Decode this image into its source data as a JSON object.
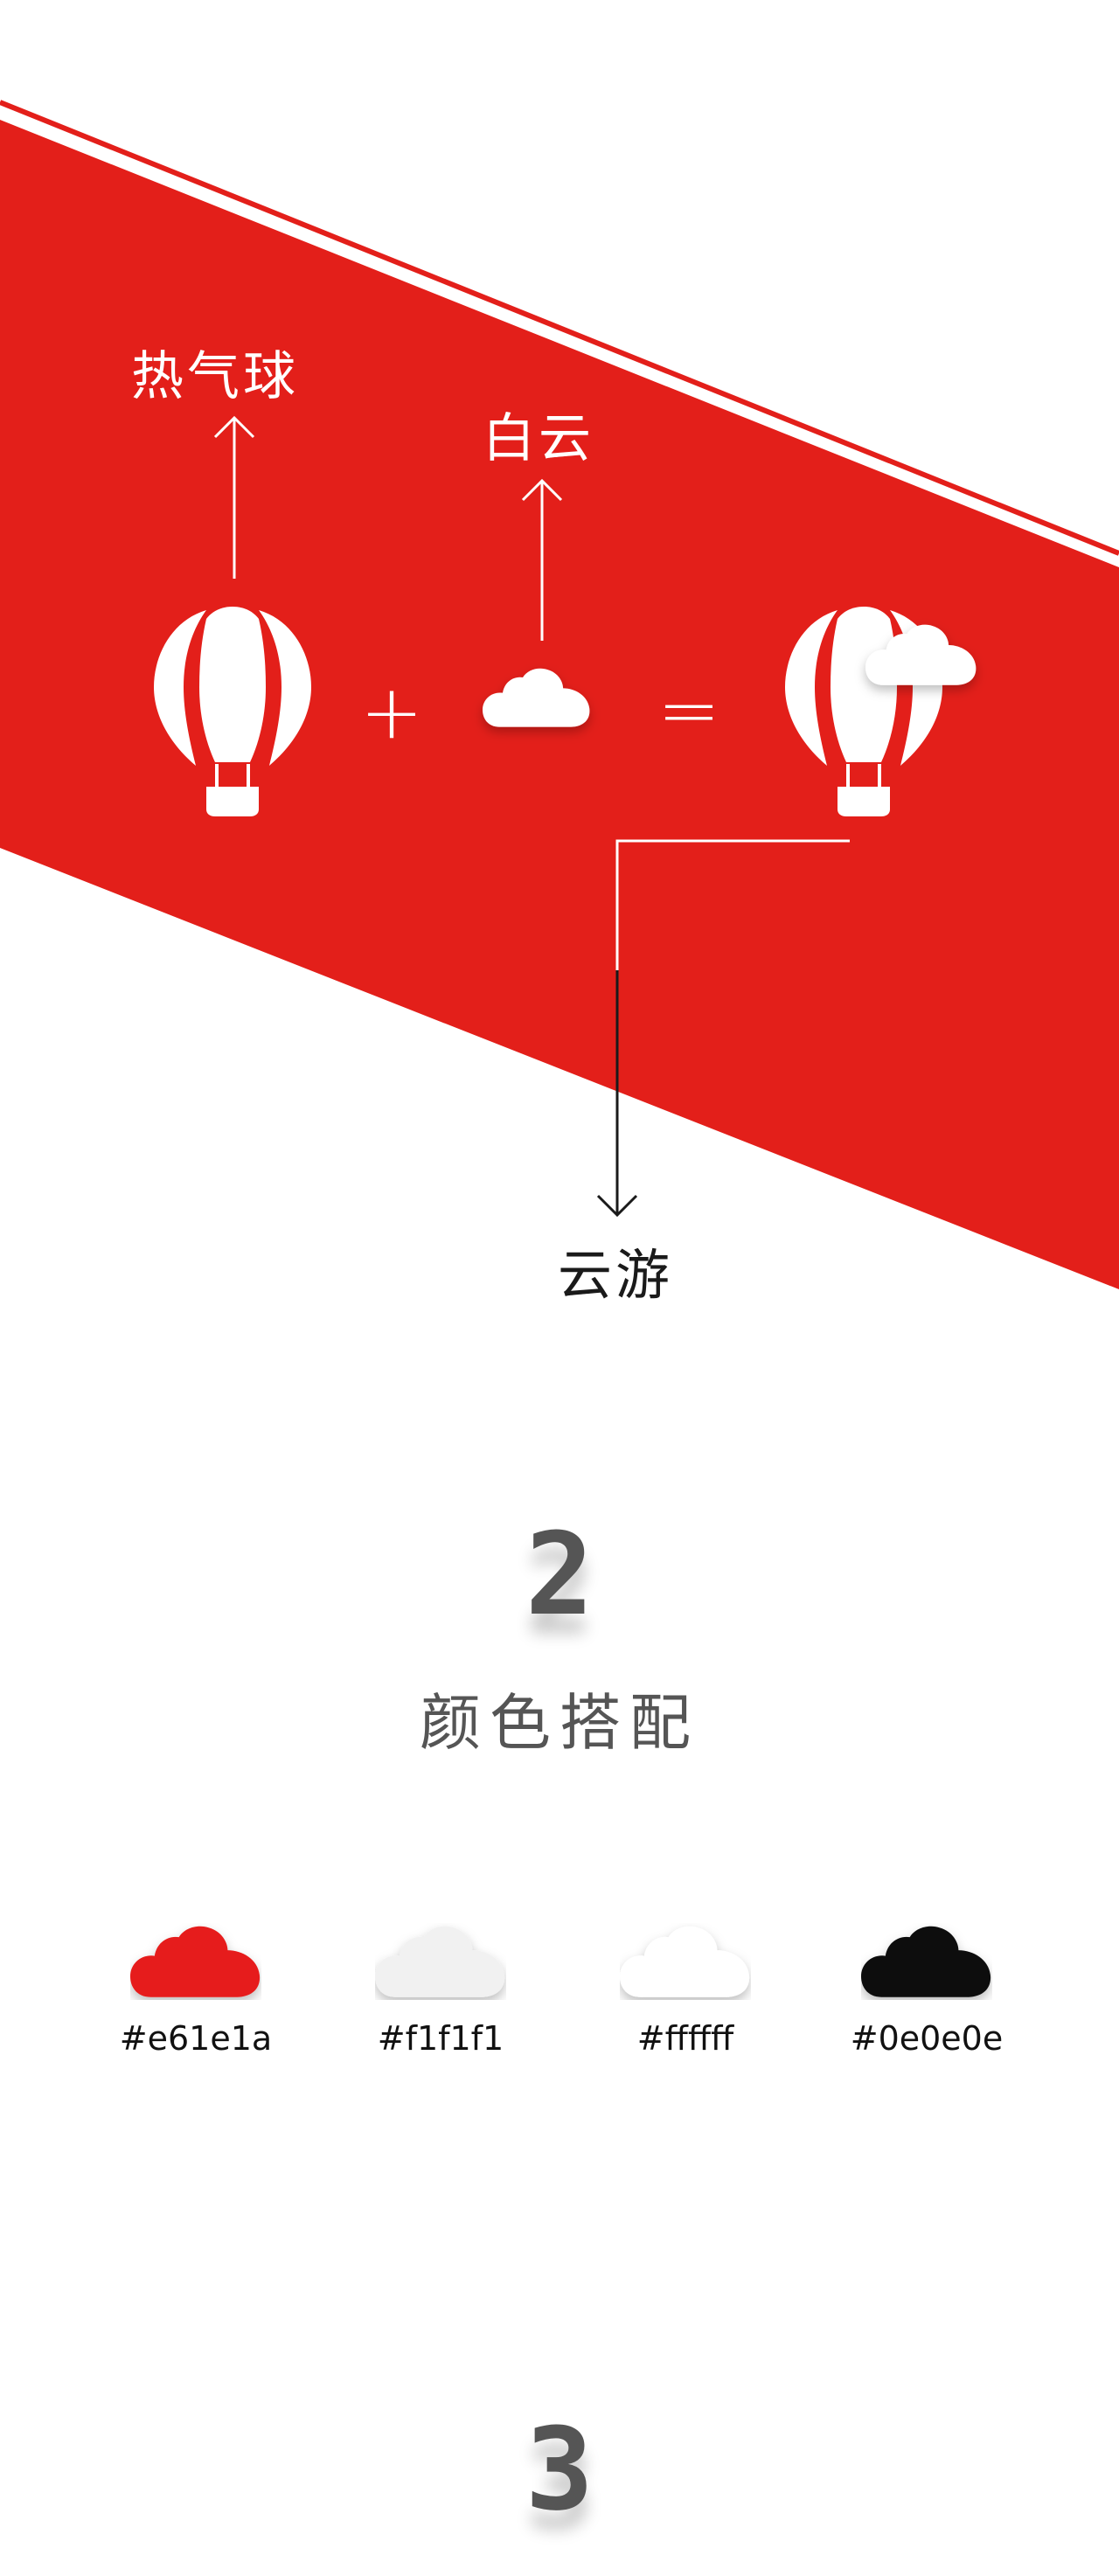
{
  "diagram": {
    "label_balloon": "热气球",
    "label_cloud": "白云",
    "plus_sign": "+",
    "equals_sign": "=",
    "result_label": "云游",
    "band_color": "#e31f1a"
  },
  "section2": {
    "number": "2",
    "title": "颜色搭配",
    "swatches": [
      {
        "code": "#e61e1a",
        "color": "#e61e1a"
      },
      {
        "code": "#f1f1f1",
        "color": "#f1f1f1"
      },
      {
        "code": "#ffffff",
        "color": "#ffffff"
      },
      {
        "code": "#0e0e0e",
        "color": "#0e0e0e"
      }
    ]
  },
  "section3": {
    "number": "3"
  }
}
